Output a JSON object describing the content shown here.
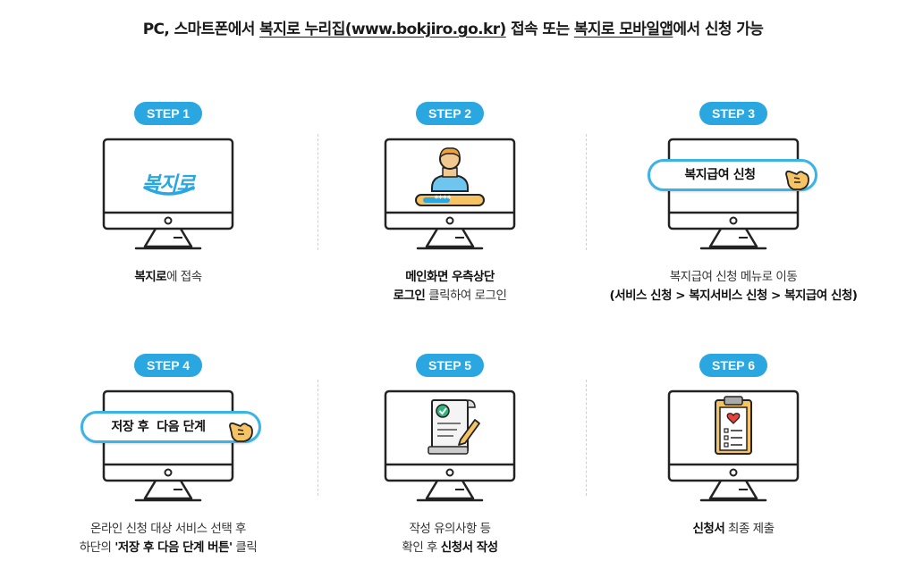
{
  "headline": {
    "p1": "PC, 스마트폰에서 ",
    "link1": "복지로 누리집(www.bokjiro.go.kr)",
    "p2": " 접속 또는 ",
    "link2": "복지로 모바일앱",
    "p3": "에서 신청 가능"
  },
  "steps": [
    {
      "badge": "STEP 1",
      "logo": "복지로",
      "line1_bold": "복지로",
      "line1_rest": "에 접속"
    },
    {
      "badge": "STEP 2",
      "password_mask": "****",
      "line1_bold": "메인화면 우측상단",
      "line2_bold": "로그인",
      "line2_rest": " 클릭하여 로그인"
    },
    {
      "badge": "STEP 3",
      "pill": "복지급여 신청",
      "line1": "복지급여 신청 메뉴로 이동",
      "line2_bold": "(서비스 신청 > 복지서비스 신청 > 복지급여 신청)"
    },
    {
      "badge": "STEP 4",
      "pill": "저장 후  다음 단계",
      "line1": "온라인 신청 대상 서비스 선택 후",
      "line2_pre": "하단의 ",
      "line2_bold": "'저장 후 다음 단계 버튼'",
      "line2_post": " 클릭"
    },
    {
      "badge": "STEP 5",
      "line1": "작성 유의사항 등",
      "line2_pre": "확인 후 ",
      "line2_bold": "신청서 작성"
    },
    {
      "badge": "STEP 6",
      "line1_bold": "신청서",
      "line1_rest": " 최종 제출"
    }
  ],
  "colors": {
    "accent": "#2aa7e0",
    "accent_light": "#3ab3e6",
    "hand": "#f5c264",
    "monitor_stroke": "#222222"
  },
  "icons": [
    "monitor-icon",
    "person-icon",
    "hand-pointer-icon",
    "document-check-icon",
    "clipboard-heart-icon"
  ]
}
